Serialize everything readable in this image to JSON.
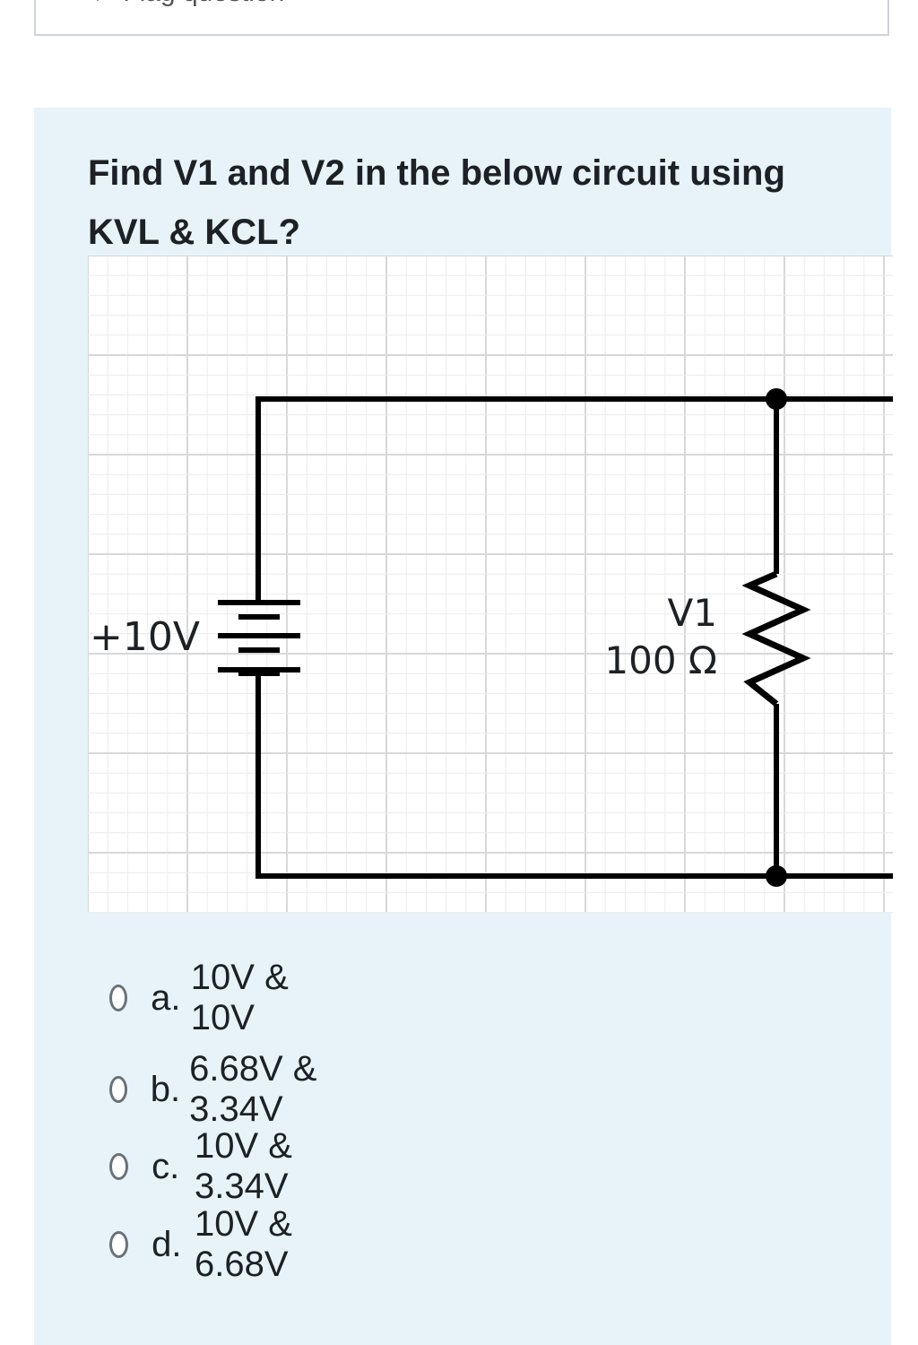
{
  "header": {
    "flag_label": "Flag question"
  },
  "question": {
    "text": "Find V1 and V2 in the below circuit using KVL & KCL?",
    "circuit": {
      "source_label": "+10V",
      "resistor_label": "V1",
      "resistor_value": "100 Ω"
    },
    "options": [
      {
        "letter": "a.",
        "text": "10V & 10V"
      },
      {
        "letter": "b.",
        "text": "6.68V & 3.34V"
      },
      {
        "letter": "c.",
        "text": "10V & 3.34V"
      },
      {
        "letter": "d.",
        "text": "10V & 6.68V"
      }
    ]
  }
}
